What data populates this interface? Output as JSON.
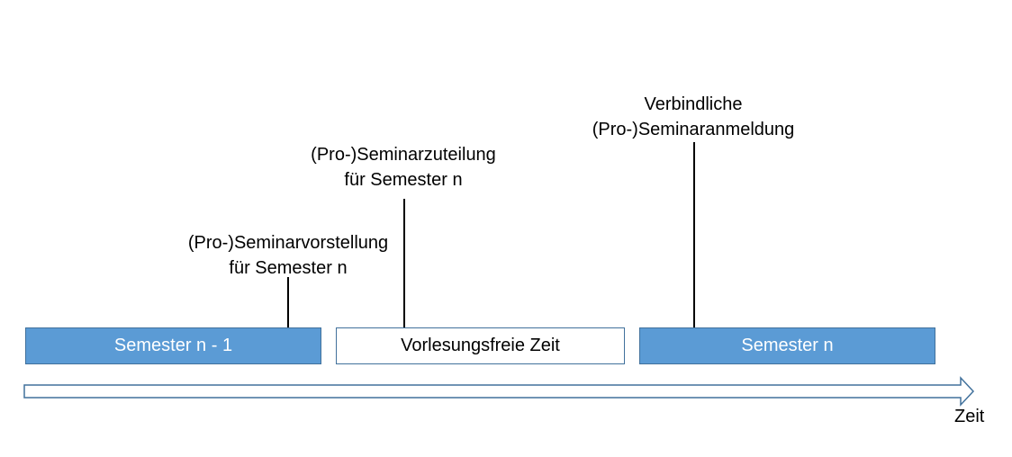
{
  "periods": [
    {
      "label": "Semester n - 1",
      "fill": "#5b9bd5",
      "text_color": "#ffffff"
    },
    {
      "label": "Vorlesungsfreie Zeit",
      "fill": "#ffffff",
      "text_color": "#000000"
    },
    {
      "label": "Semester n",
      "fill": "#5b9bd5",
      "text_color": "#ffffff"
    }
  ],
  "events": [
    {
      "line1": "(Pro-)Seminarvorstellung",
      "line2": "für Semester n"
    },
    {
      "line1": "(Pro-)Seminarzuteilung",
      "line2": "für Semester n"
    },
    {
      "line1": "Verbindliche",
      "line2": "(Pro-)Seminaranmeldung"
    }
  ],
  "axis": {
    "label": "Zeit",
    "stroke": "#41719c"
  }
}
